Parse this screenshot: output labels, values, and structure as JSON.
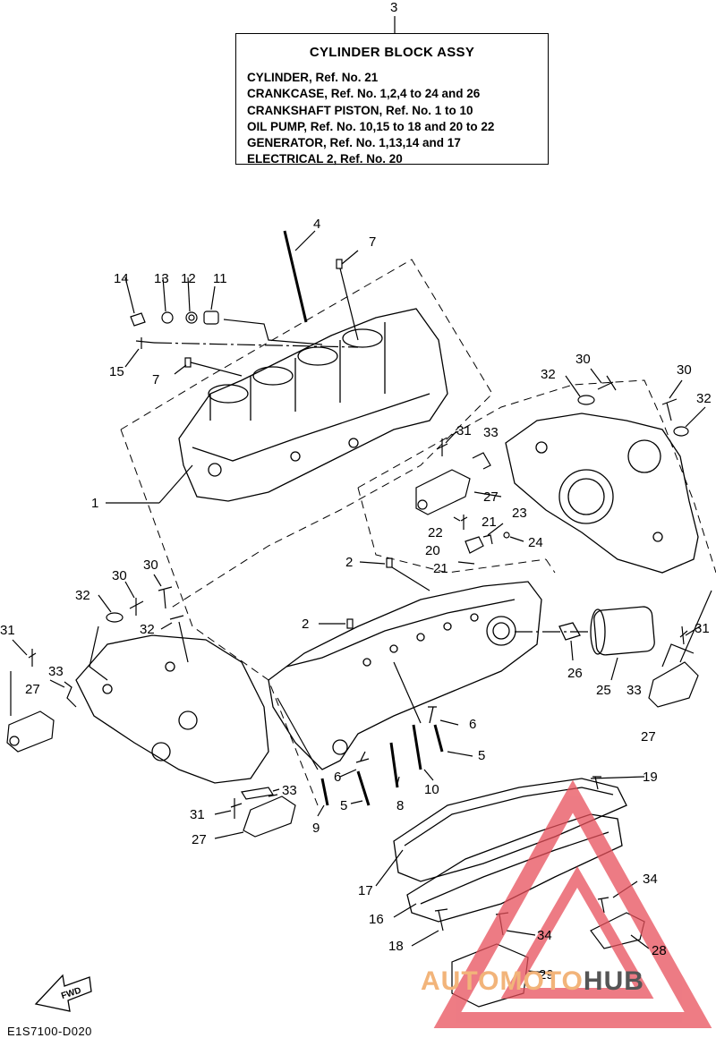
{
  "box_number": "3",
  "ref_box": {
    "title": "CYLINDER BLOCK ASSY",
    "lines": [
      "CYLINDER, Ref. No. 21",
      "CRANKCASE, Ref. No. 1,2,4 to 24 and 26",
      "CRANKSHAFT PISTON, Ref. No. 1 to 10",
      "OIL PUMP, Ref. No. 10,15 to 18 and 20 to 22",
      "GENERATOR, Ref. No. 1,13,14 and 17",
      "ELECTRICAL 2, Ref. No. 20"
    ]
  },
  "callouts": {
    "c4": "4",
    "c7a": "7",
    "c14": "14",
    "c13": "13",
    "c12": "12",
    "c11": "11",
    "c15": "15",
    "c7b": "7",
    "c32a": "32",
    "c30a": "30",
    "c30b": "30",
    "c32b": "32",
    "c31a": "31",
    "c33a": "33",
    "c1": "1",
    "c27a": "27",
    "c22": "22",
    "c21a": "21",
    "c23": "23",
    "c20": "20",
    "c24": "24",
    "c21b": "21",
    "c2a": "2",
    "c30c": "30",
    "c30d": "30",
    "c32c": "32",
    "c32d": "32",
    "c2b": "2",
    "c31b": "31",
    "c33b": "33",
    "c27b": "27",
    "c26": "26",
    "c25": "25",
    "c33c": "33",
    "c31c": "31",
    "c27c": "27",
    "c6a": "6",
    "c5a": "5",
    "c6b": "6",
    "c33d": "33",
    "c19": "19",
    "c31d": "31",
    "c5b": "5",
    "c8": "8",
    "c10": "10",
    "c9": "9",
    "c27d": "27",
    "c17": "17",
    "c34a": "34",
    "c16": "16",
    "c34b": "34",
    "c28": "28",
    "c18": "18",
    "c29": "29"
  },
  "fwd_label": "FWD",
  "figure_code": "E1S7100-D020",
  "watermark": {
    "part1": "AUTOMOTO",
    "part2": "HUB",
    "accent": "#e8505b",
    "accent_light": "#f2b47a"
  }
}
